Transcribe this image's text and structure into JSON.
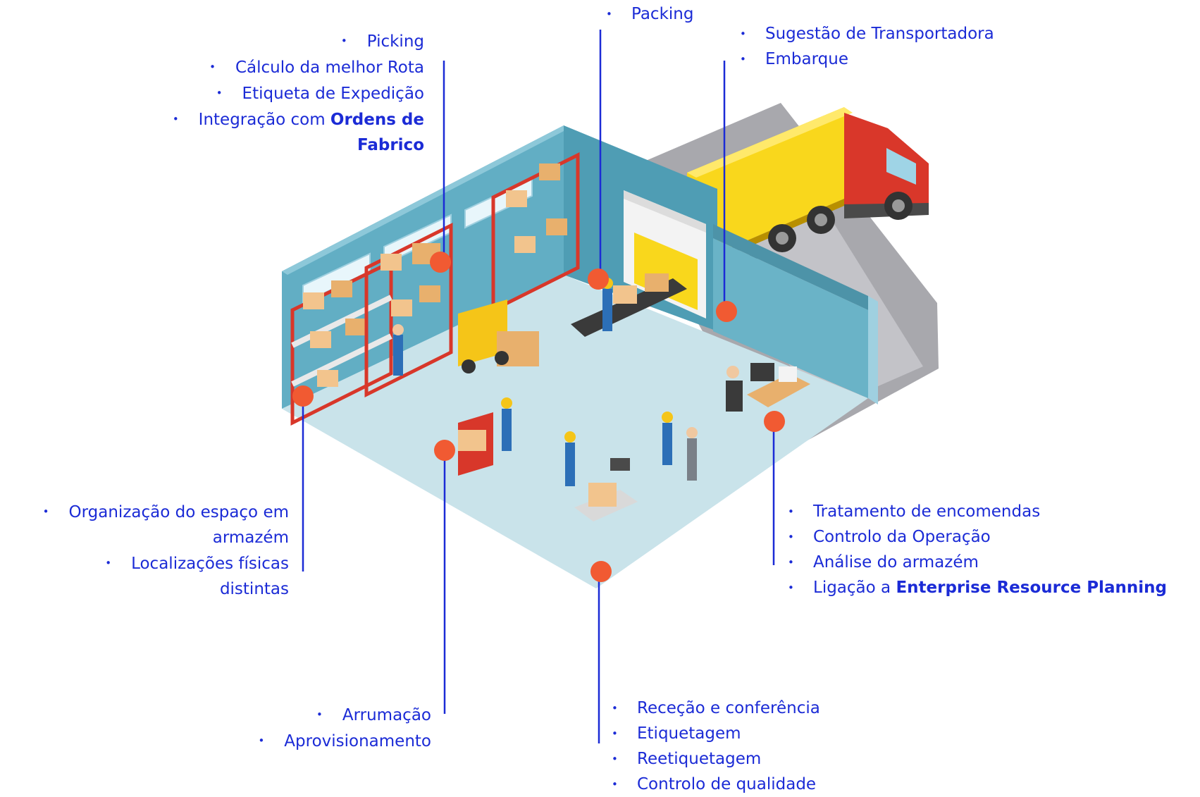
{
  "colors": {
    "accent": "#1b2bd6",
    "marker": "#f15a32",
    "wall": "#62aec4",
    "floor": "#c9e3ea",
    "truck": "#f9d71c"
  },
  "markers": [
    "top-left-shelf",
    "packing",
    "truck-dock",
    "left-storage",
    "pallet-jack",
    "front-corner",
    "office-desk"
  ],
  "callouts": {
    "picking": {
      "items": [
        {
          "text": "Picking"
        },
        {
          "text": "Cálculo da melhor Rota"
        },
        {
          "text": "Etiqueta de Expedição"
        },
        {
          "text": "Integração com ",
          "bold": "Ordens de"
        },
        {
          "text": "",
          "bold": "Fabrico",
          "nobullet": true
        }
      ]
    },
    "packing": {
      "items": [
        {
          "text": "Packing"
        }
      ]
    },
    "shipping": {
      "items": [
        {
          "text": "Sugestão de Transportadora"
        },
        {
          "text": "Embarque"
        }
      ]
    },
    "storage": {
      "items": [
        {
          "text": "Organização do espaço em"
        },
        {
          "text": "armazém",
          "nobullet": true
        },
        {
          "text": "Localizações físicas"
        },
        {
          "text": "distintas",
          "nobullet": true
        }
      ]
    },
    "erp": {
      "items": [
        {
          "text": "Tratamento de encomendas"
        },
        {
          "text": "Controlo da Operação"
        },
        {
          "text": "Análise do armazém"
        },
        {
          "text": "Ligação a ",
          "bold": "Enterprise Resource Planning"
        }
      ]
    },
    "putaway": {
      "items": [
        {
          "text": "Arrumação"
        },
        {
          "text": "Aprovisionamento"
        }
      ]
    },
    "receiving": {
      "items": [
        {
          "text": "Receção e conferência"
        },
        {
          "text": "Etiquetagem"
        },
        {
          "text": "Reetiquetagem"
        },
        {
          "text": "Controlo de qualidade"
        }
      ]
    }
  }
}
